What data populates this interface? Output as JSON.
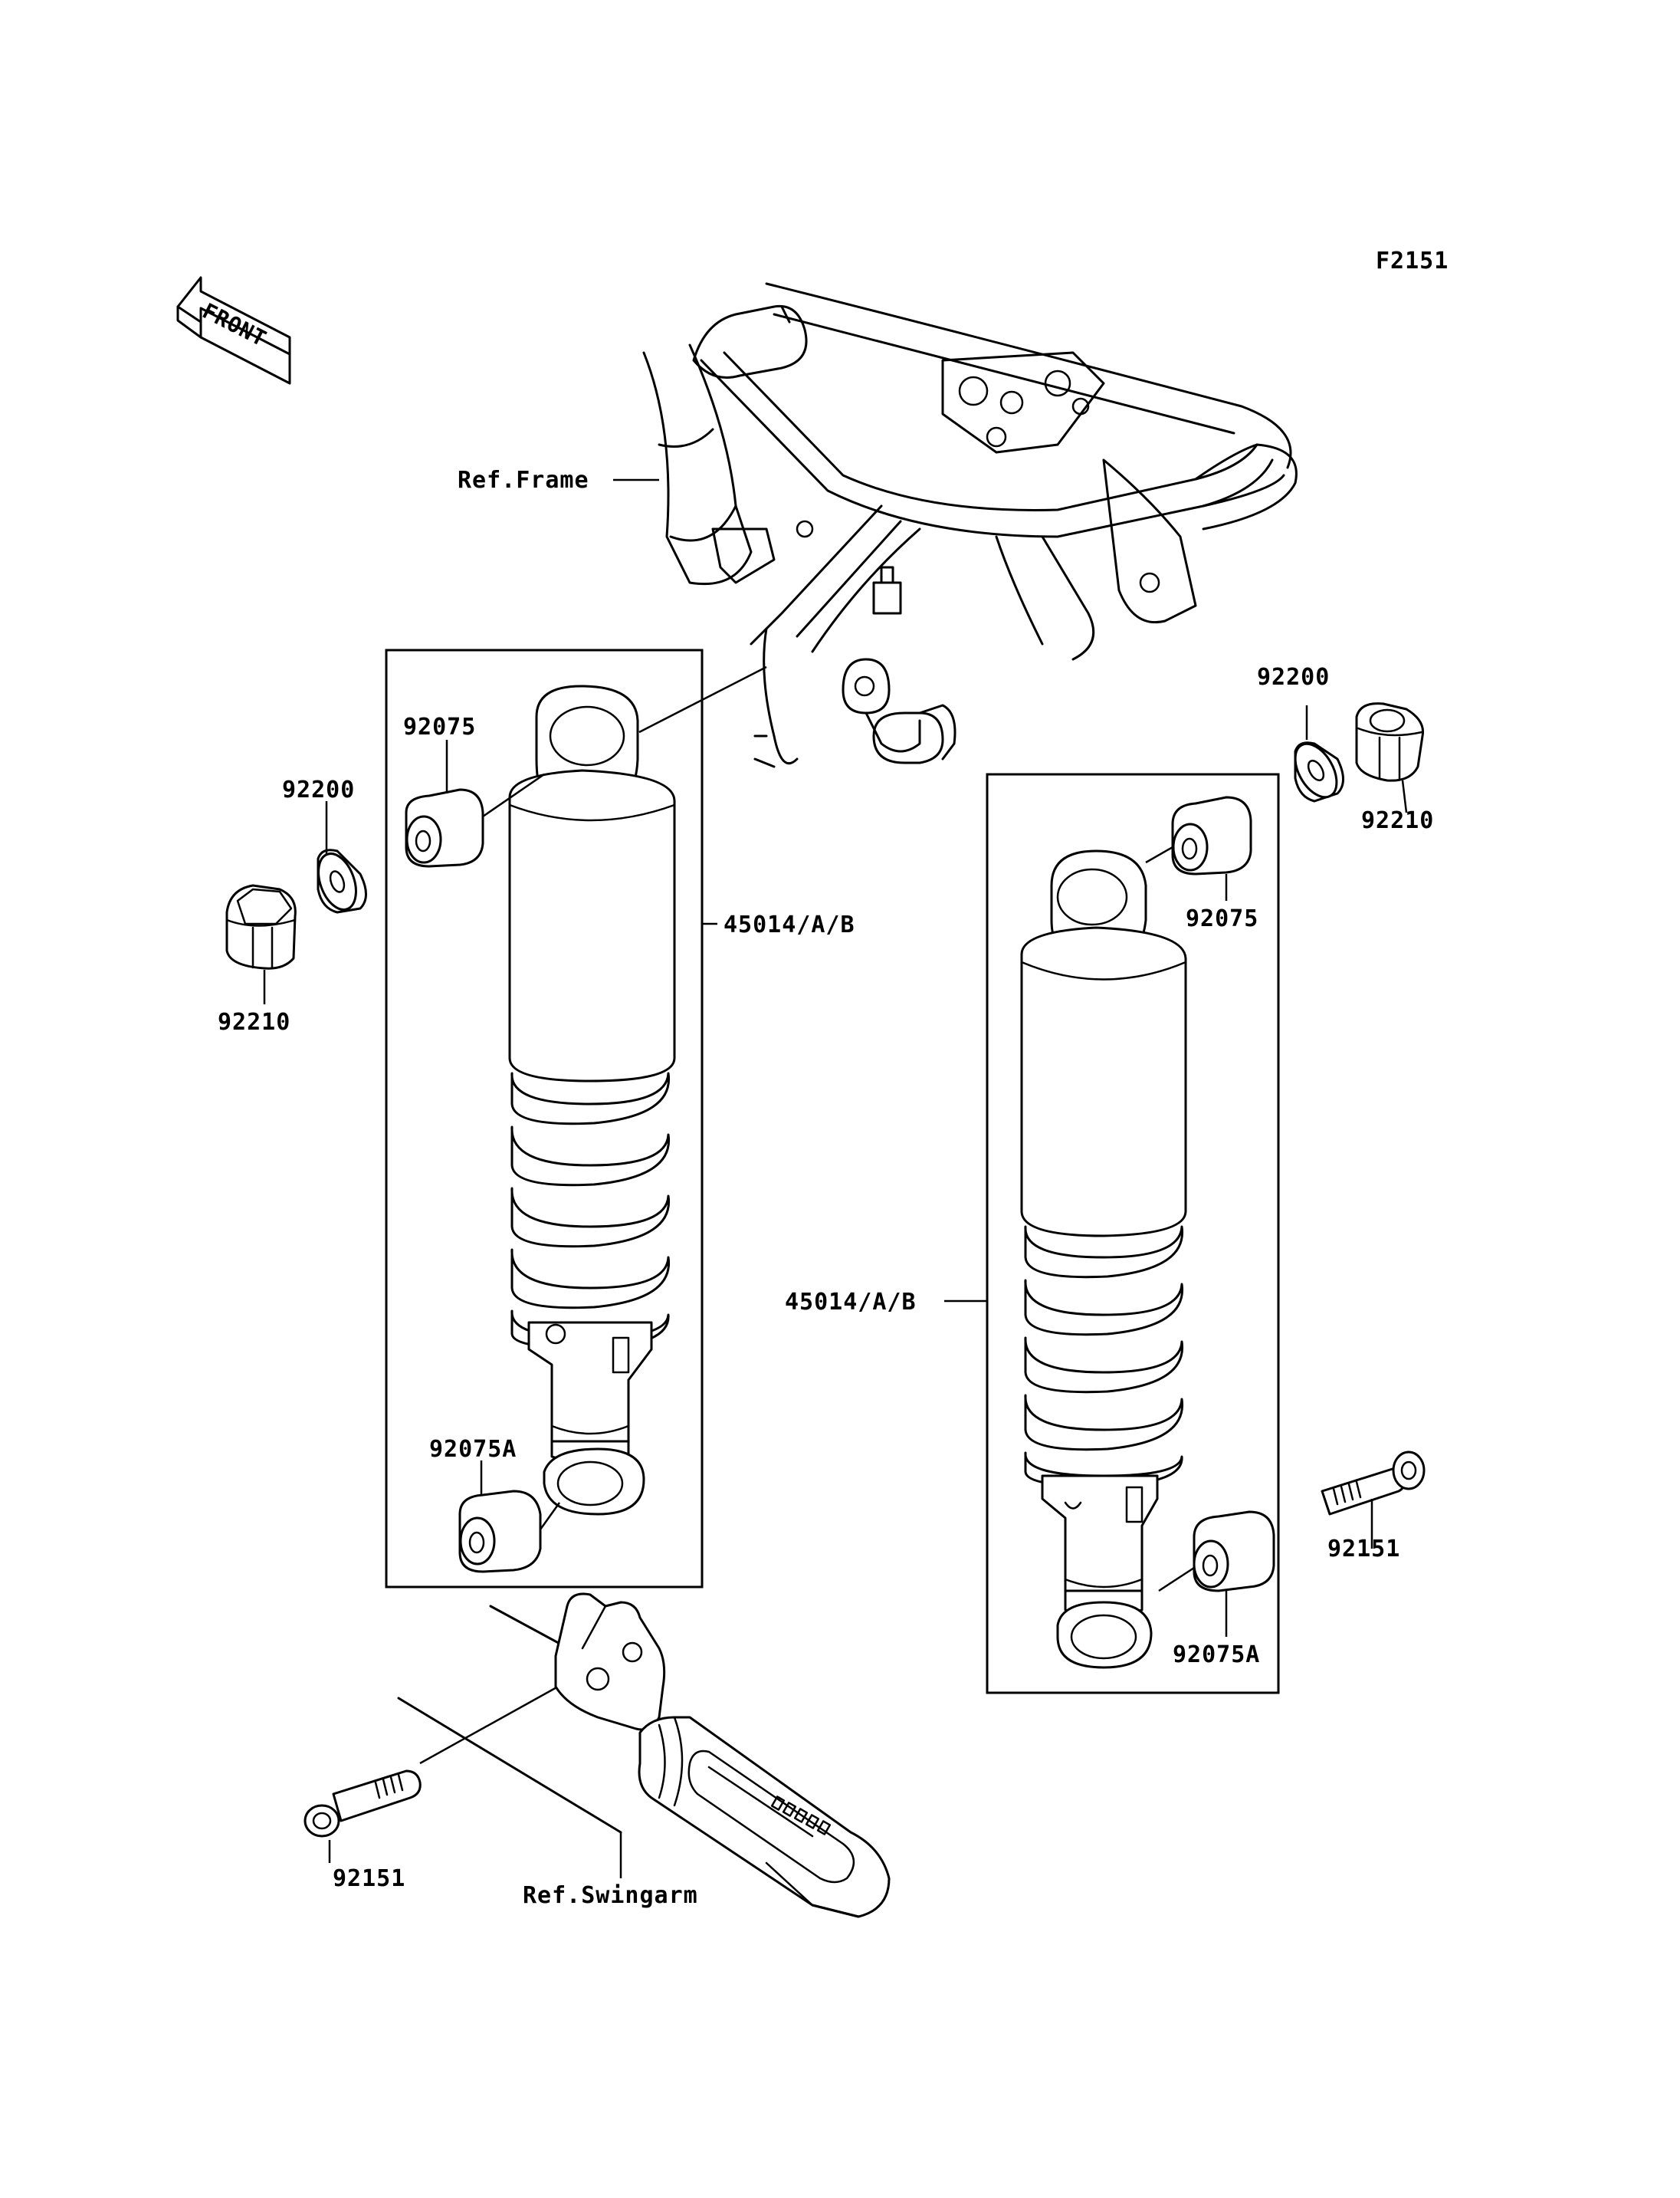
{
  "figure_code": "F2151",
  "front_arrow_text": "FRONT",
  "references": {
    "frame": "Ref.Frame",
    "swingarm": "Ref.Swingarm"
  },
  "left_group": {
    "shock_absorber": "45014/A/B",
    "bushing_upper": "92075",
    "bushing_lower": "92075A",
    "washer": "92200",
    "cap_nut": "92210",
    "bolt": "92151"
  },
  "right_group": {
    "shock_absorber": "45014/A/B",
    "bushing_upper": "92075",
    "bushing_lower": "92075A",
    "washer": "92200",
    "cap_nut": "92210",
    "bolt": "92151"
  }
}
